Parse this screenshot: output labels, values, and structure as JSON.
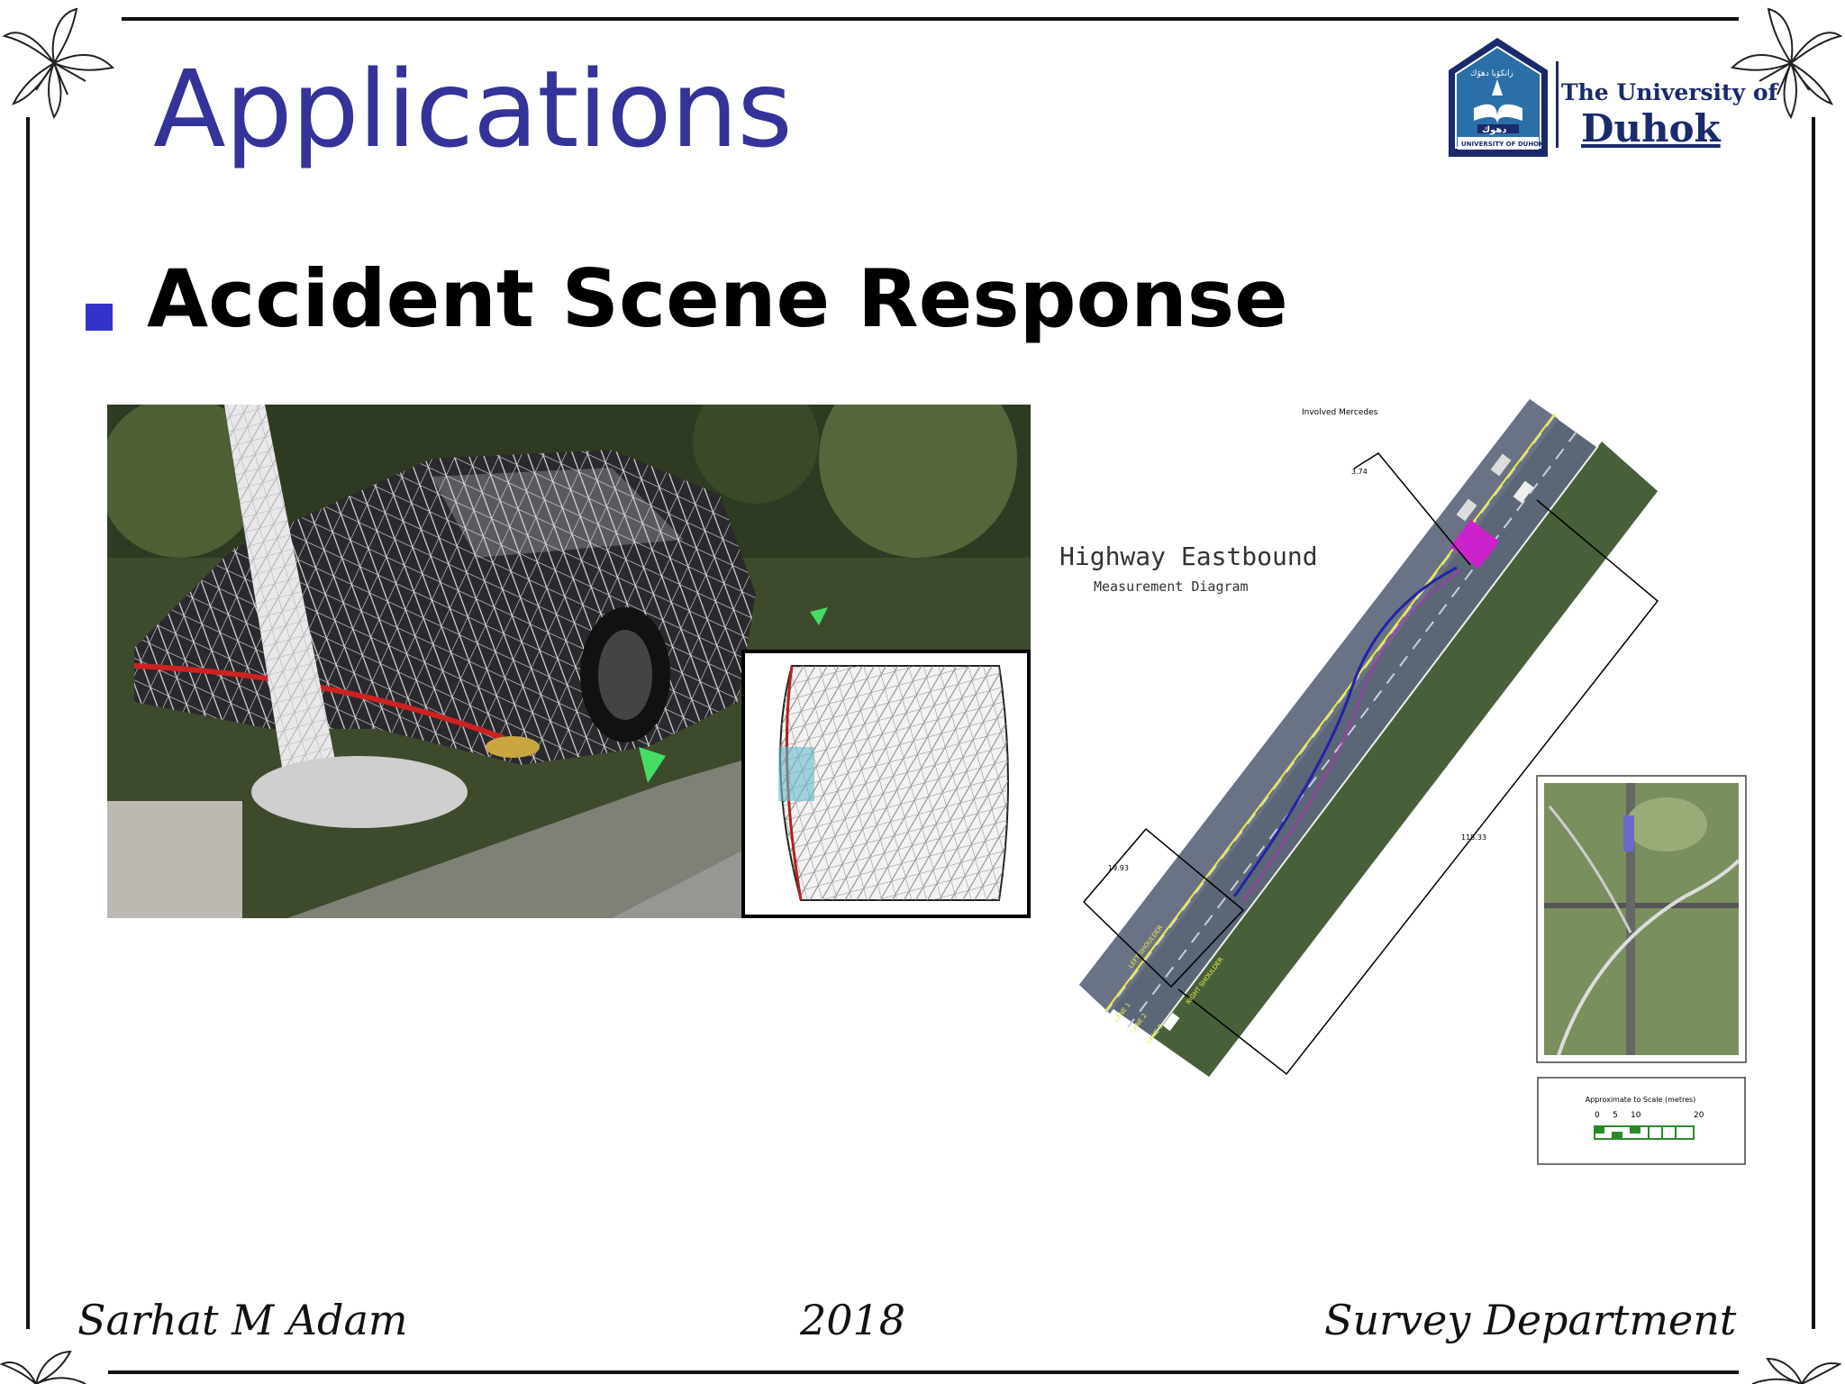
{
  "slide": {
    "title": "Applications",
    "bullet_heading": "Accident Scene Response"
  },
  "logo": {
    "line1": "The University of",
    "line2": "Duhok",
    "seal_text_top": "زانكۆیا دهۆك",
    "seal_text_mid": "دهوك",
    "seal_text_bottom": "UNIVERSITY OF DUHOK"
  },
  "diagram": {
    "title": "Highway  Eastbound",
    "subtitle": "Measurement Diagram",
    "label_top": "Involved Mercedes",
    "dim_short": "3.74",
    "dim_left": "19.93",
    "dim_long": "118.33",
    "lane_labels": [
      "LANE 1",
      "LANE 2",
      "LANE 3"
    ],
    "shoulder_left": "LEFT SHOULDER",
    "shoulder_right": "RIGHT SHOULDER",
    "scale_title": "Approximate to Scale (metres)",
    "scale_ticks": [
      "0",
      "5",
      "10",
      "20"
    ]
  },
  "footer": {
    "author": "Sarhat M Adam",
    "year": "2018",
    "department": "Survey Department"
  },
  "colors": {
    "title": "#333399",
    "bullet": "#3333cc",
    "logo_text": "#1a2a6c",
    "impact_box": "#cc22cc",
    "path_line": "#2222aa"
  }
}
